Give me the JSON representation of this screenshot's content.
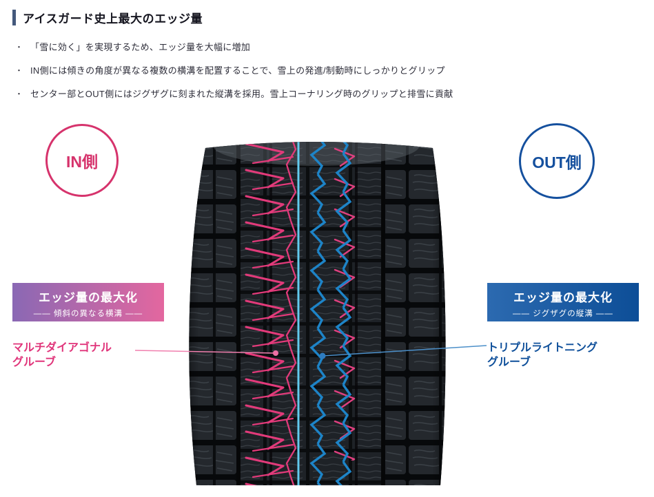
{
  "header": {
    "title": "アイスガード史上最大のエッジ量"
  },
  "bullet_glyph": "・",
  "bullets": [
    "「雪に効く」を実現するため、エッジ量を大幅に増加",
    "IN側には傾きの角度が異なる複数の横溝を配置することで、雪上の発進/制動時にしっかりとグリップ",
    "センター部とOUT側にはジグザグに刻まれた縦溝を採用。雪上コーナリング時のグリップと排雪に貢献"
  ],
  "side_badges": {
    "in_label": "IN側",
    "out_label": "OUT側"
  },
  "callouts": {
    "left": {
      "title": "エッジ量の最大化",
      "subtitle": "―― 傾斜の異なる横溝 ――",
      "caption_line1": "マルチダイアゴナル",
      "caption_line2": "グルーブ"
    },
    "right": {
      "title": "エッジ量の最大化",
      "subtitle": "―― ジグザグの縦溝 ――",
      "caption_line1": "トリプルライトニング",
      "caption_line2": "グルーブ"
    }
  },
  "colors": {
    "accent_bar": "#44597c",
    "in_pink": "#d6336c",
    "out_blue": "#15509e",
    "groove_pink": "#e23a7a",
    "groove_blue": "#1d84c8",
    "center_groove_cyan": "#62cbee",
    "callout_left_gradient_start": "#8a68b4",
    "callout_left_gradient_end": "#e3679f",
    "callout_right_gradient_start": "#2c6ab0",
    "callout_right_gradient_end": "#0d4e97"
  }
}
